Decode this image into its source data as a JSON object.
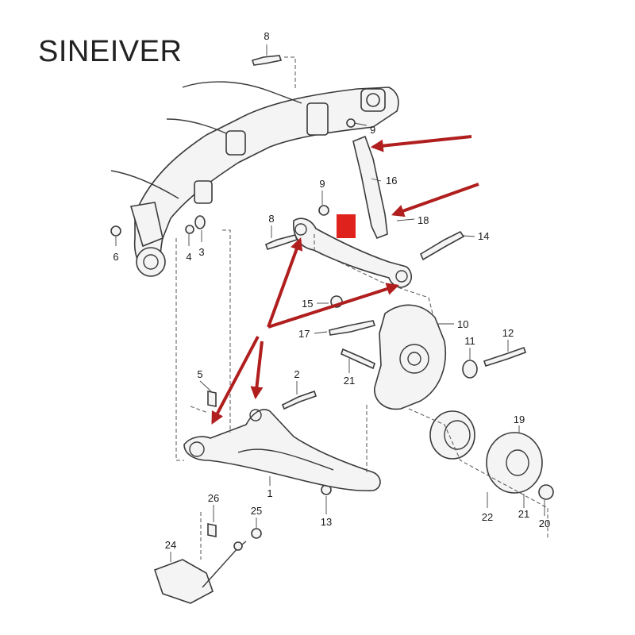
{
  "brand": {
    "name": "SINEIVER"
  },
  "colors": {
    "arrow": "#b01e1e",
    "marker": "#e0221d",
    "line": "#3a3a3a"
  },
  "callouts": [
    "8",
    "9",
    "16",
    "9",
    "8",
    "18",
    "14",
    "6",
    "4",
    "3",
    "15",
    "10",
    "17",
    "12",
    "11",
    "21",
    "5",
    "2",
    "19",
    "1",
    "13",
    "26",
    "25",
    "24",
    "22",
    "21",
    "20"
  ]
}
